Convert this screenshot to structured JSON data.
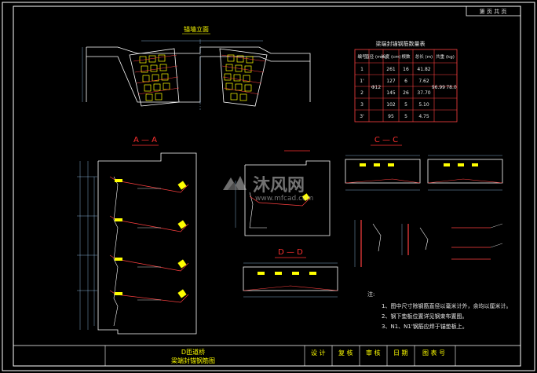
{
  "header": {
    "sheet_ref": "第 页 共 页"
  },
  "views": {
    "plan_title": "锚墙立面",
    "section_aa": "A — A",
    "section_cc": "C — C",
    "section_dd": "D — D"
  },
  "table": {
    "title": "梁端封锚钢筋数量表",
    "headers": [
      "编号",
      "直径 (mm)",
      "长度 (cm)",
      "根数",
      "总长 (m)",
      "共重 (kg)"
    ],
    "diameter": "Φ12",
    "rows": [
      {
        "id": "1",
        "len": "261",
        "count": "16",
        "total": "41.82"
      },
      {
        "id": "1'",
        "len": "127",
        "count": "6",
        "total": "7.62"
      },
      {
        "id": "2",
        "len": "145",
        "count": "26",
        "total": "37.70"
      },
      {
        "id": "3",
        "len": "102",
        "count": "5",
        "total": "5.10"
      },
      {
        "id": "3'",
        "len": "95",
        "count": "5",
        "total": "4.75"
      }
    ],
    "sum_total": "96.99",
    "sum_weight": "78.0"
  },
  "notes": {
    "label": "注:",
    "items": [
      "1、图中尺寸除钢筋直径以毫米计外，余均以厘米计。",
      "2、钢下垫板位置详见钢束布置图。",
      "3、N1、N1'钢筋应焊于锚垫板上。"
    ]
  },
  "title_block": {
    "project": "D匝道桥",
    "drawing": "梁端封锚钢筋图",
    "fields": [
      "设 计",
      "复 核",
      "审 核",
      "日 期",
      "图 表 号"
    ]
  },
  "watermark": {
    "brand": "沐风网",
    "url": "www.mfcad.com"
  },
  "colors": {
    "background": "#000000",
    "frame": "#ffffff",
    "section_title": "#ff3030",
    "title_block_text": "#ffff00",
    "rebar": "#ff4040",
    "anchor": "#ffff00",
    "outline": "#ffffff",
    "dimension": "#9fd0ff",
    "table_line": "#ff4040"
  }
}
